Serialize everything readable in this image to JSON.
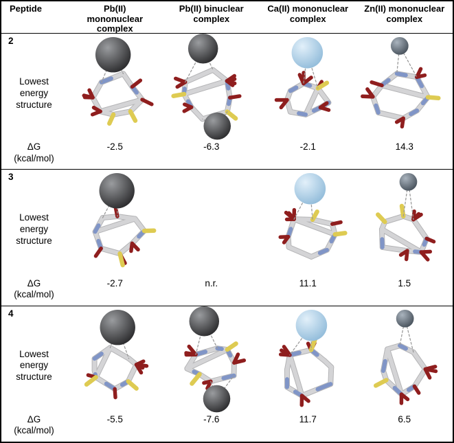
{
  "table": {
    "headers": [
      "Peptide",
      "Pb(II)\nmononuclear\ncomplex",
      "Pb(II) binuclear\ncomplex",
      "Ca(II) mononuclear\ncomplex",
      "Zn(II) mononuclear\ncomplex"
    ],
    "rows": [
      {
        "peptide": "2",
        "values": [
          "-2.5",
          "-6.3",
          "-2.1",
          "14.3"
        ],
        "structures": [
          {
            "metal": "Pb",
            "binuclear": false
          },
          {
            "metal": "Pb",
            "binuclear": true
          },
          {
            "metal": "Ca",
            "binuclear": false
          },
          {
            "metal": "Zn",
            "binuclear": false
          }
        ]
      },
      {
        "peptide": "3",
        "values": [
          "-2.7",
          "n.r.",
          "11.1",
          "1.5"
        ],
        "structures": [
          {
            "metal": "Pb",
            "binuclear": false
          },
          null,
          {
            "metal": "Ca",
            "binuclear": false
          },
          {
            "metal": "Zn",
            "binuclear": false
          }
        ]
      },
      {
        "peptide": "4",
        "values": [
          "-5.5",
          "-7.6",
          "11.7",
          "6.5"
        ],
        "structures": [
          {
            "metal": "Pb",
            "binuclear": false
          },
          {
            "metal": "Pb",
            "binuclear": true
          },
          {
            "metal": "Ca",
            "binuclear": false
          },
          {
            "metal": "Zn",
            "binuclear": false
          }
        ]
      }
    ]
  },
  "labels": {
    "structure": "Lowest\nenergy\nstructure",
    "dg": "ΔG\n(kcal/mol)"
  },
  "molecule_style": {
    "stick": "#d4d4d6",
    "stick_shadow": "#b4b4b6",
    "nitrogen": "#8095c7",
    "oxygen": "#8f1e1e",
    "sulfur": "#decb52",
    "dashed_bond": "#9a9a9a",
    "metals": {
      "Pb": {
        "hi": "#9a9c9f",
        "lo": "#2b2b2d",
        "r": 26
      },
      "Ca": {
        "hi": "#e2f0fa",
        "lo": "#92bcda",
        "r": 23
      },
      "Zn": {
        "hi": "#aab4be",
        "lo": "#47515b",
        "r": 13
      }
    }
  }
}
